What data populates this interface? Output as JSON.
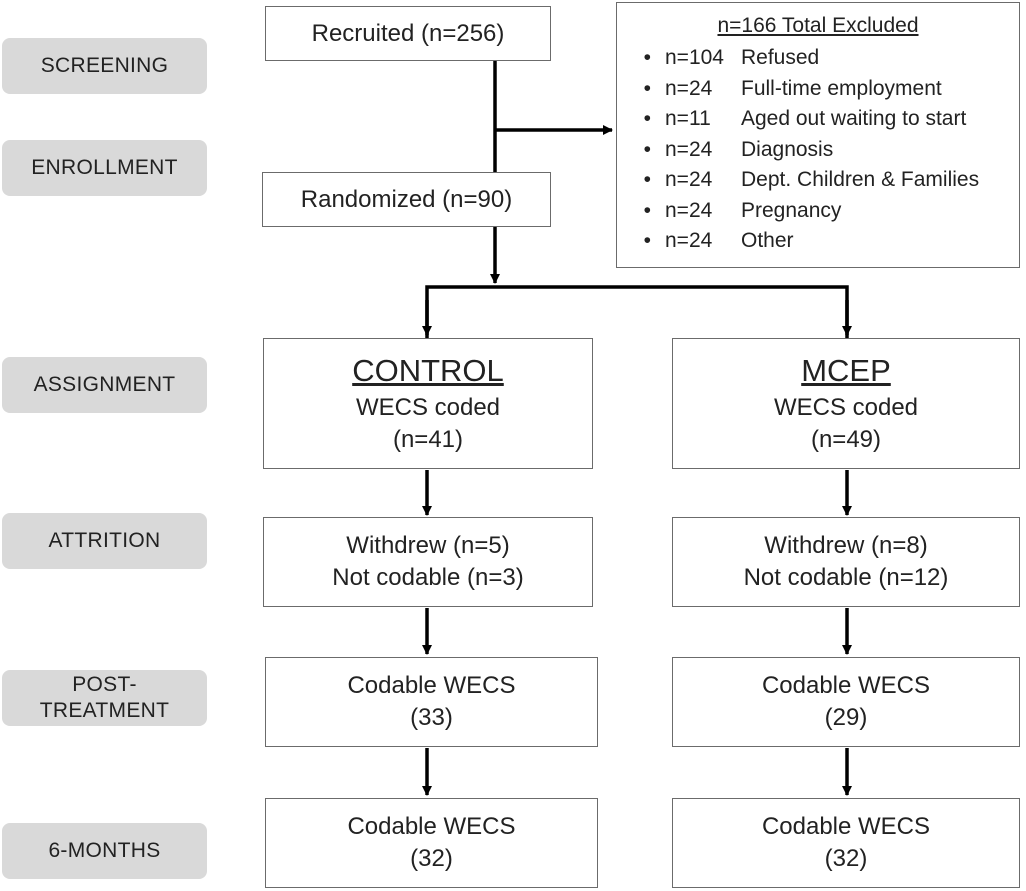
{
  "stages": [
    {
      "id": "screening",
      "lines": [
        "SCREENING"
      ]
    },
    {
      "id": "enrollment",
      "lines": [
        "ENROLLMENT"
      ]
    },
    {
      "id": "assignment",
      "lines": [
        "ASSIGNMENT"
      ]
    },
    {
      "id": "attrition",
      "lines": [
        "ATTRITION"
      ]
    },
    {
      "id": "post-treatment",
      "lines": [
        "POST-",
        "TREATMENT"
      ]
    },
    {
      "id": "6-months",
      "lines": [
        "6-MONTHS"
      ]
    }
  ],
  "recruited": "Recruited (n=256)",
  "randomized": "Randomized (n=90)",
  "excluded": {
    "title": "n=166 Total Excluded",
    "bullet": "•",
    "items": [
      {
        "n": "n=104",
        "reason": "Refused"
      },
      {
        "n": "n=24",
        "reason": "Full-time employment"
      },
      {
        "n": "n=11",
        "reason": "Aged out waiting to start"
      },
      {
        "n": "n=24",
        "reason": "Diagnosis"
      },
      {
        "n": "n=24",
        "reason": "Dept. Children & Families"
      },
      {
        "n": "n=24",
        "reason": "Pregnancy"
      },
      {
        "n": "n=24",
        "reason": "Other"
      }
    ]
  },
  "control": {
    "title": "CONTROL",
    "assignment": [
      "WECS coded",
      "(n=41)"
    ],
    "attrition": [
      "Withdrew (n=5)",
      "Not codable (n=3)"
    ],
    "post": [
      "Codable WECS",
      "(33)"
    ],
    "six": [
      "Codable WECS",
      "(32)"
    ]
  },
  "mcep": {
    "title": "MCEP",
    "assignment": [
      "WECS coded",
      "(n=49)"
    ],
    "attrition": [
      "Withdrew (n=8)",
      "Not codable (n=12)"
    ],
    "post": [
      "Codable WECS",
      "(29)"
    ],
    "six": [
      "Codable WECS",
      "(32)"
    ]
  }
}
